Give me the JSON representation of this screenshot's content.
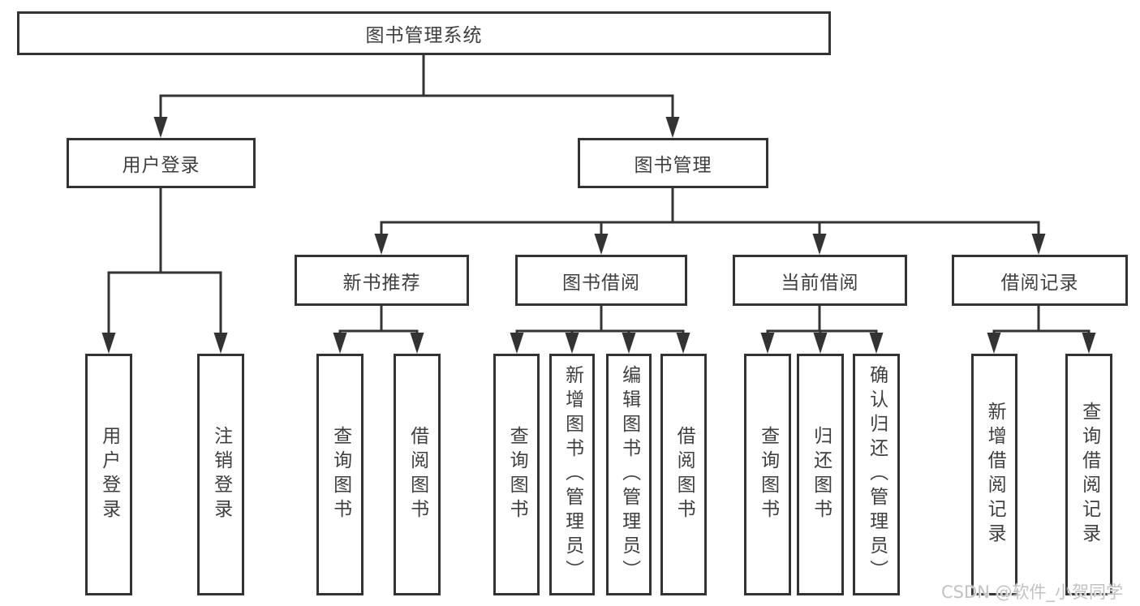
{
  "diagram_title": "图书管理系统",
  "nodes": {
    "root": {
      "label": "图书管理系统"
    },
    "user_login": {
      "label": "用户登录"
    },
    "book_management": {
      "label": "图书管理"
    },
    "new_book_recommend": {
      "label": "新书推荐"
    },
    "book_borrowing": {
      "label": "图书借阅"
    },
    "current_borrowing": {
      "label": "当前借阅"
    },
    "borrowing_records": {
      "label": "借阅记录"
    },
    "leaf_user_login": {
      "label": "用户登录"
    },
    "leaf_logout": {
      "label": "注销登录"
    },
    "leaf_query_books_recommend": {
      "label": "查询图书"
    },
    "leaf_borrow_books_recommend": {
      "label": "借阅图书"
    },
    "leaf_query_books_borrowing": {
      "label": "查询图书"
    },
    "leaf_add_books_admin": {
      "label": "新增图书（管理员）"
    },
    "leaf_edit_books_admin": {
      "label": "编辑图书（管理员）"
    },
    "leaf_borrow_books_borrowing": {
      "label": "借阅图书"
    },
    "leaf_query_books_current": {
      "label": "查询图书"
    },
    "leaf_return_books": {
      "label": "归还图书"
    },
    "leaf_confirm_return_admin": {
      "label": "确认归还（管理员）"
    },
    "leaf_add_borrow_record": {
      "label": "新增借阅记录"
    },
    "leaf_query_borrow_record": {
      "label": "查询借阅记录"
    }
  },
  "watermark": {
    "text": "CSDN @软件_小贺同学"
  },
  "colors": {
    "line": "#333333",
    "text": "#3f3f3f",
    "box_fill": "#ffffff",
    "watermark": "#c2c2c2",
    "background": "#ffffff"
  }
}
